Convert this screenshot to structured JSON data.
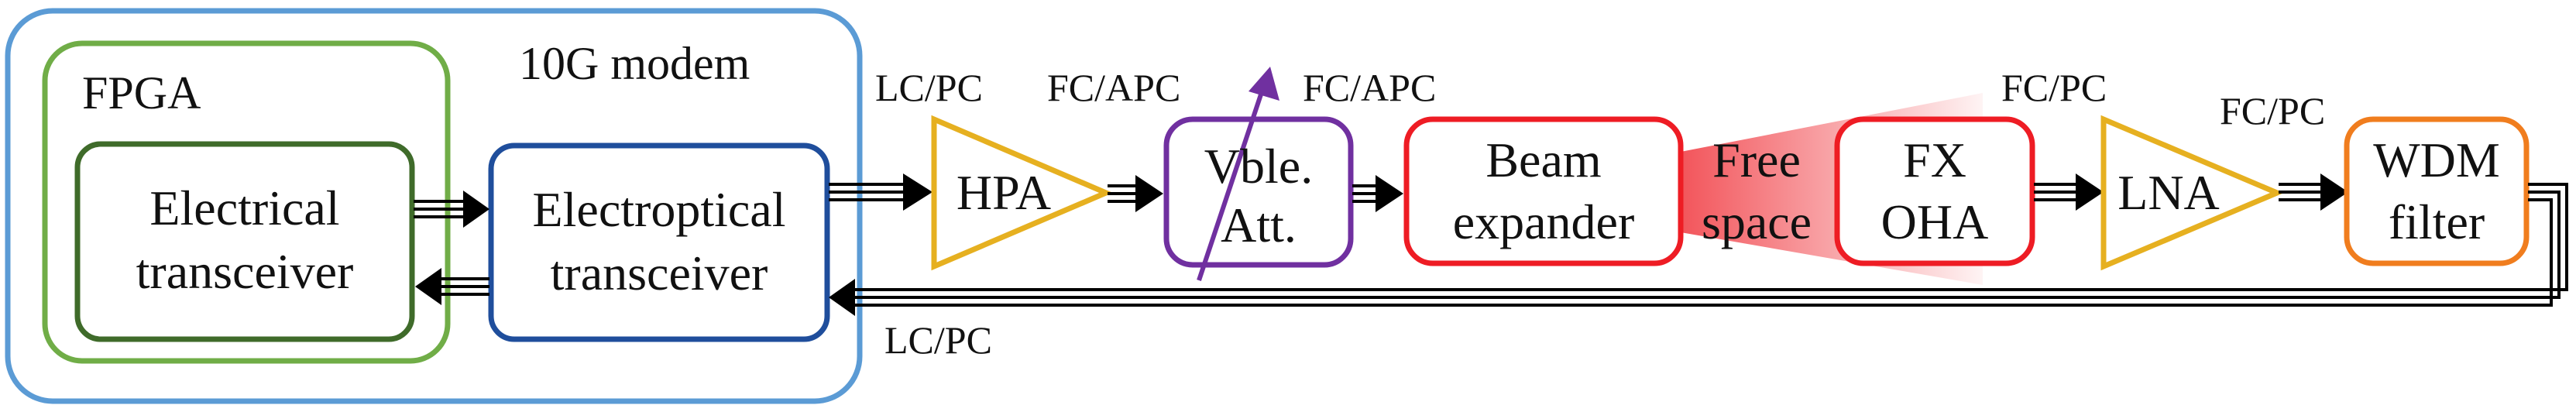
{
  "modem": {
    "label": "10G modem",
    "fpga": {
      "label": "FPGA",
      "electrical": {
        "line1": "Electrical",
        "line2": "transceiver"
      }
    },
    "electroptical": {
      "line1": "Electroptical",
      "line2": "transceiver"
    }
  },
  "blocks": {
    "hpa": {
      "label": "HPA"
    },
    "attenuator": {
      "line1": "Vble.",
      "line2": "Att."
    },
    "beam_expander": {
      "line1": "Beam",
      "line2": "expander"
    },
    "free_space": {
      "line1": "Free",
      "line2": "space"
    },
    "oha": {
      "line1": "FX",
      "line2": "OHA"
    },
    "lna": {
      "label": "LNA"
    },
    "wdm": {
      "line1": "WDM",
      "line2": "filter"
    }
  },
  "connectors": {
    "tx_lc": "LC/PC",
    "hpa_out": "FC/APC",
    "att_out": "FC/APC",
    "lna_in": "FC/PC",
    "wdm_in": "FC/PC",
    "rx_lc": "LC/PC"
  },
  "colors": {
    "modem": "#5b9bd5",
    "fpga": "#70ad47",
    "electrical": "#3f6b2a",
    "electroptical": "#1f4e9c",
    "amplifier": "#e6b020",
    "attenuator": "#7030a0",
    "beam": "#ee1c24",
    "wdm": "#f07d1e"
  }
}
